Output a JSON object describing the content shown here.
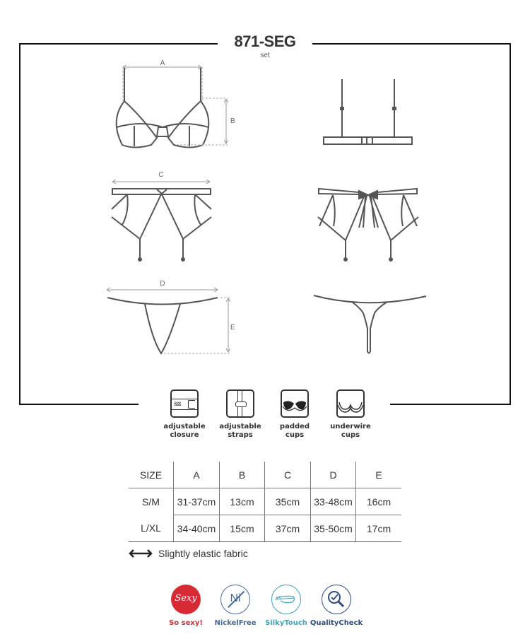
{
  "header": {
    "title": "871-SEG",
    "subtitle": "set"
  },
  "diagram": {
    "labels": {
      "A": "A",
      "B": "B",
      "C": "C",
      "D": "D",
      "E": "E"
    },
    "items": [
      "bra-front",
      "bra-back",
      "garter-belt-front",
      "garter-belt-back",
      "thong-front",
      "thong-back"
    ],
    "line_color": "#555555",
    "measure_color": "#999999"
  },
  "features": [
    {
      "icon": "adjustable-closure-icon",
      "line1": "adjustable",
      "line2": "closure"
    },
    {
      "icon": "adjustable-straps-icon",
      "line1": "adjustable",
      "line2": "straps"
    },
    {
      "icon": "padded-cups-icon",
      "line1": "padded",
      "line2": "cups"
    },
    {
      "icon": "underwire-cups-icon",
      "line1": "underwire",
      "line2": "cups"
    }
  ],
  "size_table": {
    "headers": [
      "SIZE",
      "A",
      "B",
      "C",
      "D",
      "E"
    ],
    "rows": [
      [
        "S/M",
        "31-37cm",
        "13cm",
        "35cm",
        "33-48cm",
        "16cm"
      ],
      [
        "L/XL",
        "34-40cm",
        "15cm",
        "37cm",
        "35-50cm",
        "17cm"
      ]
    ]
  },
  "elastic_note": {
    "icon": "double-arrow-icon",
    "text": "Slightly elastic fabric"
  },
  "badges": [
    {
      "icon": "sexy-icon",
      "inner": "Sexy",
      "label": "So sexy!",
      "color": "#d62b35"
    },
    {
      "icon": "nickel-free-icon",
      "inner": "Ni",
      "label": "NickelFree",
      "color": "#4a6a9a"
    },
    {
      "icon": "silky-touch-icon",
      "inner": "",
      "label": "SilkyTouch",
      "color": "#3fa3b8"
    },
    {
      "icon": "quality-check-icon",
      "inner": "",
      "label": "QualityCheck",
      "color": "#2f4a80"
    }
  ]
}
